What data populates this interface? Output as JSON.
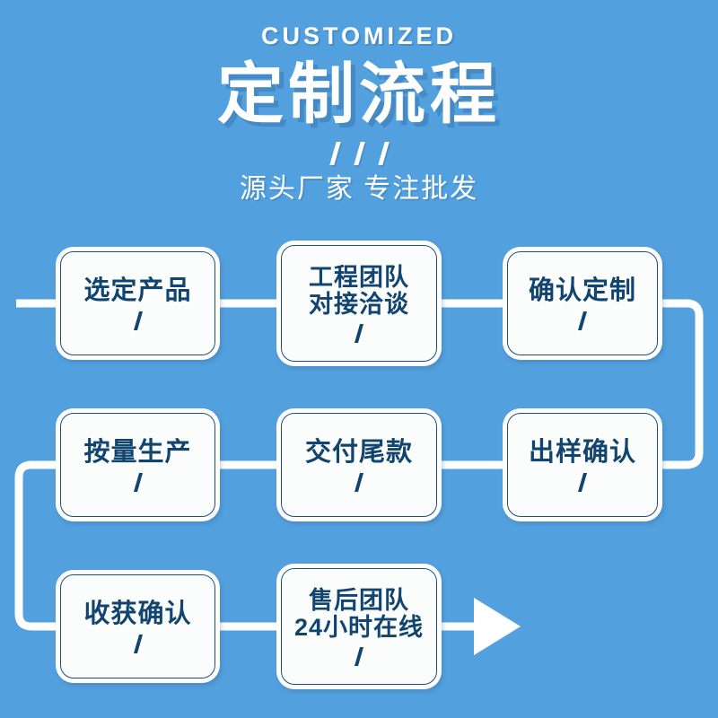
{
  "header": {
    "eyebrow": "CUSTOMIZED",
    "title": "定制流程",
    "subtitle": "源头厂家 专注批发",
    "divider_slashes": 3
  },
  "colors": {
    "background": "#53a0de",
    "box_fill": "#fbfdfd",
    "box_border": "#1d4f7e",
    "box_outline": "#ffffff",
    "text_navy": "#11456f",
    "text_white": "#ffffff",
    "connector": "#ffffff"
  },
  "flow": {
    "arrow_label": "flow-end-arrow",
    "steps": [
      {
        "id": 1,
        "label": "选定产品",
        "row": 1,
        "col": 1,
        "slash": "/"
      },
      {
        "id": 2,
        "label": "工程团队\n对接洽谈",
        "row": 1,
        "col": 2,
        "slash": "/"
      },
      {
        "id": 3,
        "label": "确认定制",
        "row": 1,
        "col": 3,
        "slash": "/"
      },
      {
        "id": 4,
        "label": "出样确认",
        "row": 2,
        "col": 3,
        "slash": "/"
      },
      {
        "id": 5,
        "label": "交付尾款",
        "row": 2,
        "col": 2,
        "slash": "/"
      },
      {
        "id": 6,
        "label": "按量生产",
        "row": 2,
        "col": 1,
        "slash": "/"
      },
      {
        "id": 7,
        "label": "收获确认",
        "row": 3,
        "col": 1,
        "slash": "/"
      },
      {
        "id": 8,
        "label": "售后团队\n24小时在线",
        "row": 3,
        "col": 2,
        "slash": "/"
      }
    ]
  }
}
